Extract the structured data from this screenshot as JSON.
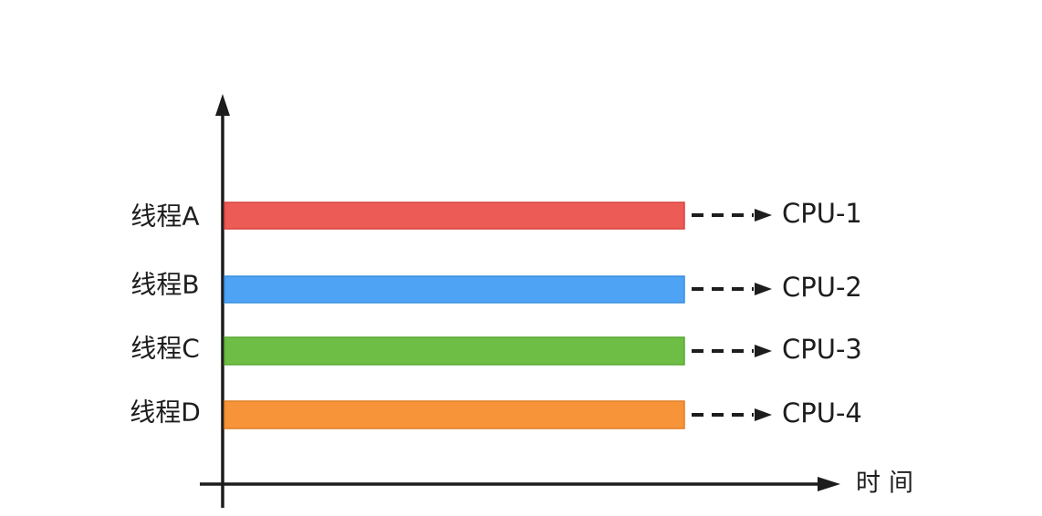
{
  "diagram": {
    "description": "Threads mapped to CPUs over time",
    "background_color": "#ffffff",
    "axis_color": "#1d1d1d",
    "text_color": "#1d1d1d",
    "x_axis_label": "时间",
    "rows": [
      {
        "thread": "线程A",
        "cpu": "CPU-1",
        "color": "#EC5B56",
        "edge": "#D7453F"
      },
      {
        "thread": "线程B",
        "cpu": "CPU-2",
        "color": "#4FA3F5",
        "edge": "#3A8FE0"
      },
      {
        "thread": "线程C",
        "cpu": "CPU-3",
        "color": "#6EBE45",
        "edge": "#58A934"
      },
      {
        "thread": "线程D",
        "cpu": "CPU-4",
        "color": "#F7943A",
        "edge": "#E07F25"
      }
    ]
  }
}
